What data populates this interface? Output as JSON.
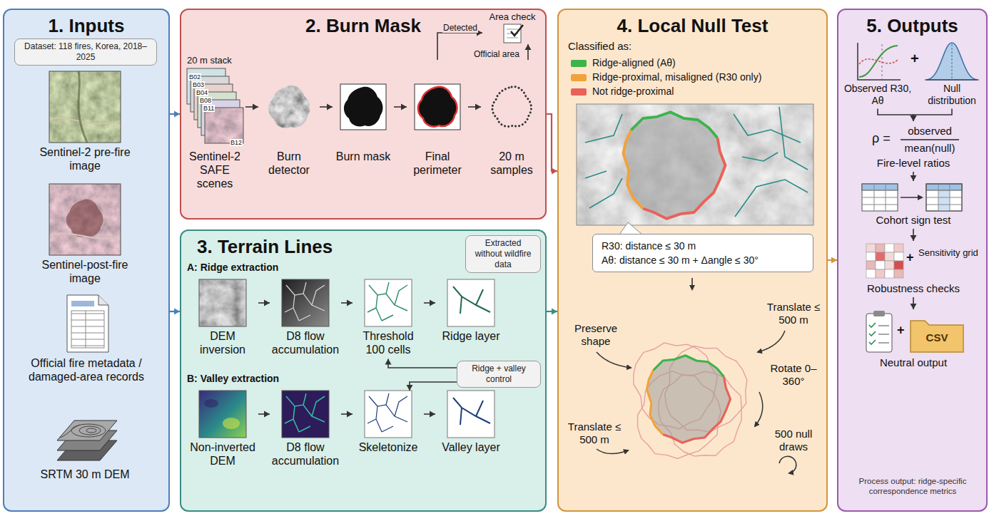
{
  "diagram": {
    "nodes": [
      {
        "text": [
          "1. Inputs"
        ]
      },
      {
        "text": [
          "Dataset: 118 fires, Korea, 2018–2025"
        ],
        "in": 0
      },
      {
        "text": [
          "Sentinel-2 pre-fire image"
        ],
        "in": 0
      },
      {
        "text": [
          "Sentinel-post-fire image"
        ],
        "in": 0
      },
      {
        "text": [
          "Official fire metadata / damaged-area records"
        ],
        "in": 0
      },
      {
        "text": [
          "SRTM 30 m DEM"
        ],
        "in": 0
      },
      {
        "text": [
          "2. Burn Mask"
        ]
      },
      {
        "text": [
          "Sentinel-2 SAFE scenes"
        ],
        "in": 6
      },
      {
        "text": [
          "Burn detector"
        ],
        "in": 6
      },
      {
        "text": [
          "Burn mask"
        ],
        "in": 6
      },
      {
        "text": [
          "Final perimeter"
        ],
        "in": 6
      },
      {
        "text": [
          "20 m samples"
        ],
        "in": 6
      },
      {
        "text": [
          "Area check"
        ],
        "in": 6
      },
      {
        "text": [
          "3. Terrain Lines"
        ]
      },
      {
        "text": [
          "Extracted without wildfire data"
        ],
        "in": 13
      },
      {
        "text": [
          "DEM inversion"
        ],
        "in": 13
      },
      {
        "text": [
          "D8 flow accumulation"
        ],
        "in": 13
      },
      {
        "text": [
          "Threshold 100 cells"
        ],
        "in": 13
      },
      {
        "text": [
          "Ridge layer"
        ],
        "in": 13
      },
      {
        "text": [
          "Non-inverted DEM"
        ],
        "in": 13
      },
      {
        "text": [
          "D8 flow accumulation"
        ],
        "in": 13
      },
      {
        "text": [
          "Skeletonize"
        ],
        "in": 13
      },
      {
        "text": [
          "Valley layer"
        ],
        "in": 13
      },
      {
        "text": [
          "Ridge + valley control"
        ],
        "in": 13
      },
      {
        "text": [
          "4. Local Null Test"
        ]
      },
      {
        "text": [
          "R30: distance ≤ 30 m",
          "Aθ: distance ≤ 30 m + Δangle ≤ 30°"
        ],
        "in": 24
      },
      {
        "text": [
          "5. Outputs"
        ]
      },
      {
        "text": [
          "Observed R30, Aθ"
        ],
        "in": 26
      },
      {
        "text": [
          "Null distribution"
        ],
        "in": 26
      },
      {
        "text": [
          "Fire-level ratios"
        ],
        "in": 26
      },
      {
        "text": [
          "Cohort sign test"
        ],
        "in": 26
      },
      {
        "text": [
          "Robustness checks"
        ],
        "in": 26
      },
      {
        "text": [
          "Neutral output"
        ],
        "in": 26
      }
    ],
    "edges": [
      {
        "from": 0,
        "to": 6,
        "arrow": "to"
      },
      {
        "from": 0,
        "to": 13,
        "arrow": "to"
      },
      {
        "from": 6,
        "to": 24,
        "arrow": "to"
      },
      {
        "from": 13,
        "to": 24,
        "arrow": "to"
      },
      {
        "from": 24,
        "to": 26,
        "arrow": "to"
      },
      {
        "from": 7,
        "to": 8,
        "arrow": "to"
      },
      {
        "from": 8,
        "to": 9,
        "arrow": "to"
      },
      {
        "from": 9,
        "to": 10,
        "arrow": "to"
      },
      {
        "from": 10,
        "to": 11,
        "arrow": "to"
      },
      {
        "from": 10,
        "to": 12,
        "label": "Detected",
        "arrow": "to"
      },
      {
        "from": 11,
        "to": 12,
        "label": "Official area",
        "arrow": "to"
      },
      {
        "from": 15,
        "to": 16,
        "arrow": "to"
      },
      {
        "from": 16,
        "to": 17,
        "arrow": "to"
      },
      {
        "from": 17,
        "to": 18,
        "arrow": "to"
      },
      {
        "from": 19,
        "to": 20,
        "arrow": "to"
      },
      {
        "from": 20,
        "to": 21,
        "arrow": "to"
      },
      {
        "from": 21,
        "to": 22,
        "arrow": "to"
      },
      {
        "from": 23,
        "to": 17,
        "arrow": "to"
      },
      {
        "from": 23,
        "to": 21,
        "arrow": "to"
      },
      {
        "from": 27,
        "to": 29,
        "arrow": "to"
      },
      {
        "from": 28,
        "to": 29,
        "arrow": "to"
      },
      {
        "from": 29,
        "to": 30,
        "arrow": "to"
      },
      {
        "from": 30,
        "to": 31,
        "arrow": "to"
      },
      {
        "from": 31,
        "to": 32,
        "arrow": "to"
      }
    ],
    "labels": [
      "20 m stack",
      "B02",
      "B03",
      "B04",
      "B08",
      "B11",
      "B12",
      "A: Ridge extraction",
      "B: Valley extraction",
      "Classified as:",
      "Preserve shape",
      "Translate ≤ 500 m",
      "Rotate 0–360°",
      "Translate ≤ 500 m",
      "500 null draws",
      "+",
      "ρ =",
      "observed",
      "mean(null)",
      "+",
      "Sensitivity grid",
      "+",
      "CSV",
      "Process output: ridge-specific correspondence metrics"
    ],
    "legend": [
      {
        "text": "Ridge-aligned (Aθ)",
        "color": "#3cb44b"
      },
      {
        "text": "Ridge-proximal, misaligned (R30 only)",
        "color": "#f2a23a"
      },
      {
        "text": "Not ridge-proximal",
        "color": "#e8625a"
      }
    ]
  }
}
